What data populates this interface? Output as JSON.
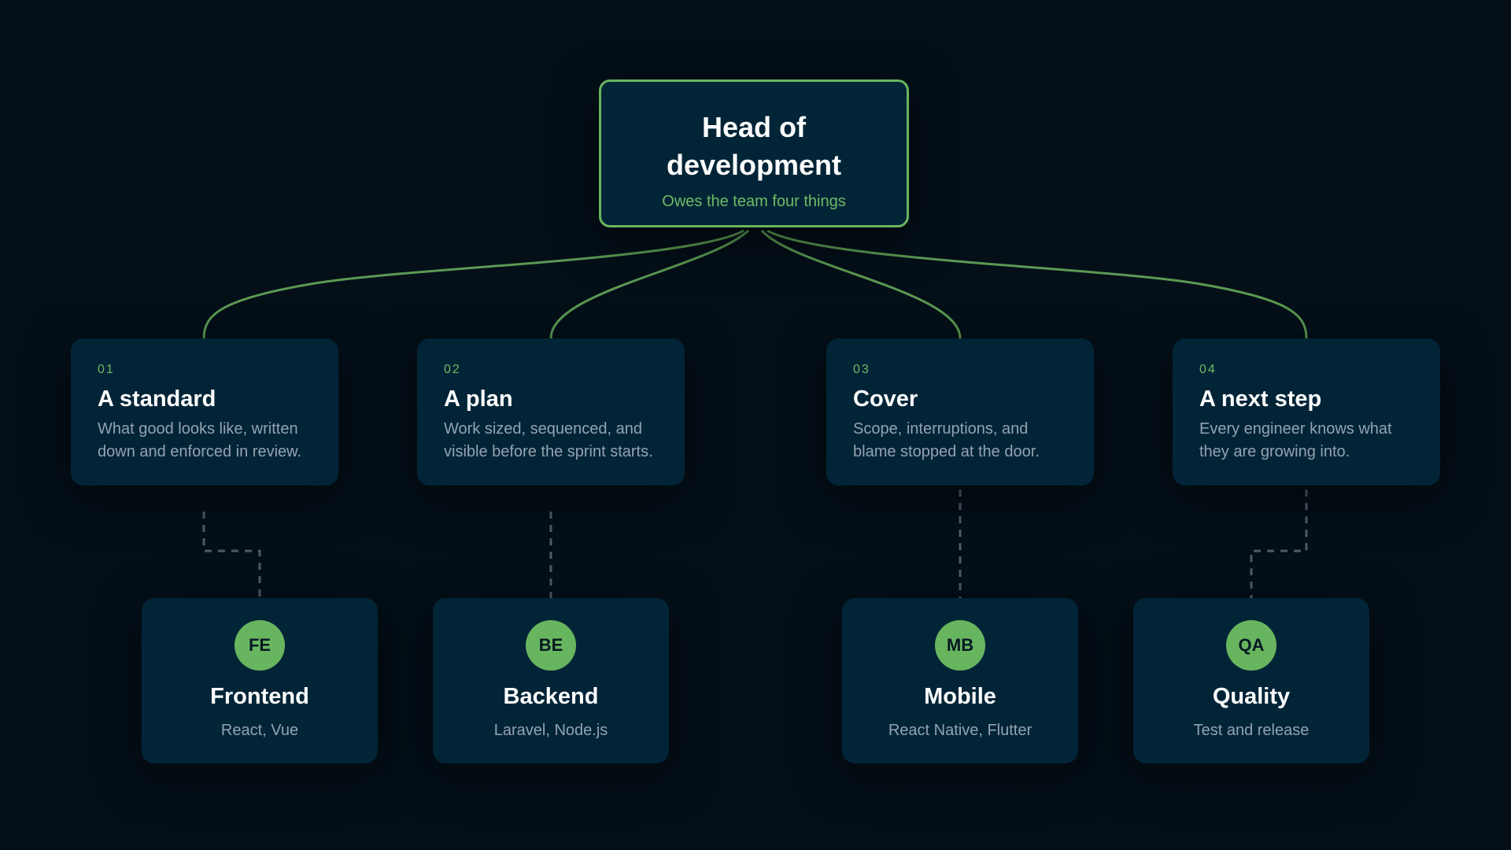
{
  "root": {
    "title": "Head of development",
    "subtitle": "Owes the team four things"
  },
  "pillars": [
    {
      "number": "01",
      "title": "A standard",
      "description": "What good looks like, written down and enforced in review."
    },
    {
      "number": "02",
      "title": "A plan",
      "description": "Work sized, sequenced, and visible before the sprint starts."
    },
    {
      "number": "03",
      "title": "Cover",
      "description": "Scope, interruptions, and blame stopped at the door."
    },
    {
      "number": "04",
      "title": "A next step",
      "description": "Every engineer knows what they are growing into."
    }
  ],
  "teams": [
    {
      "initials": "FE",
      "name": "Frontend",
      "stack": "React, Vue"
    },
    {
      "initials": "BE",
      "name": "Backend",
      "stack": "Laravel, Node.js"
    },
    {
      "initials": "MB",
      "name": "Mobile",
      "stack": "React Native, Flutter"
    },
    {
      "initials": "QA",
      "name": "Quality",
      "stack": "Test and release"
    }
  ],
  "colors": {
    "background": "#040f18",
    "card": "#022437",
    "accent": "#68b55f",
    "muted_text": "#93a3b0",
    "dashed_connector": "#4e5d68"
  }
}
